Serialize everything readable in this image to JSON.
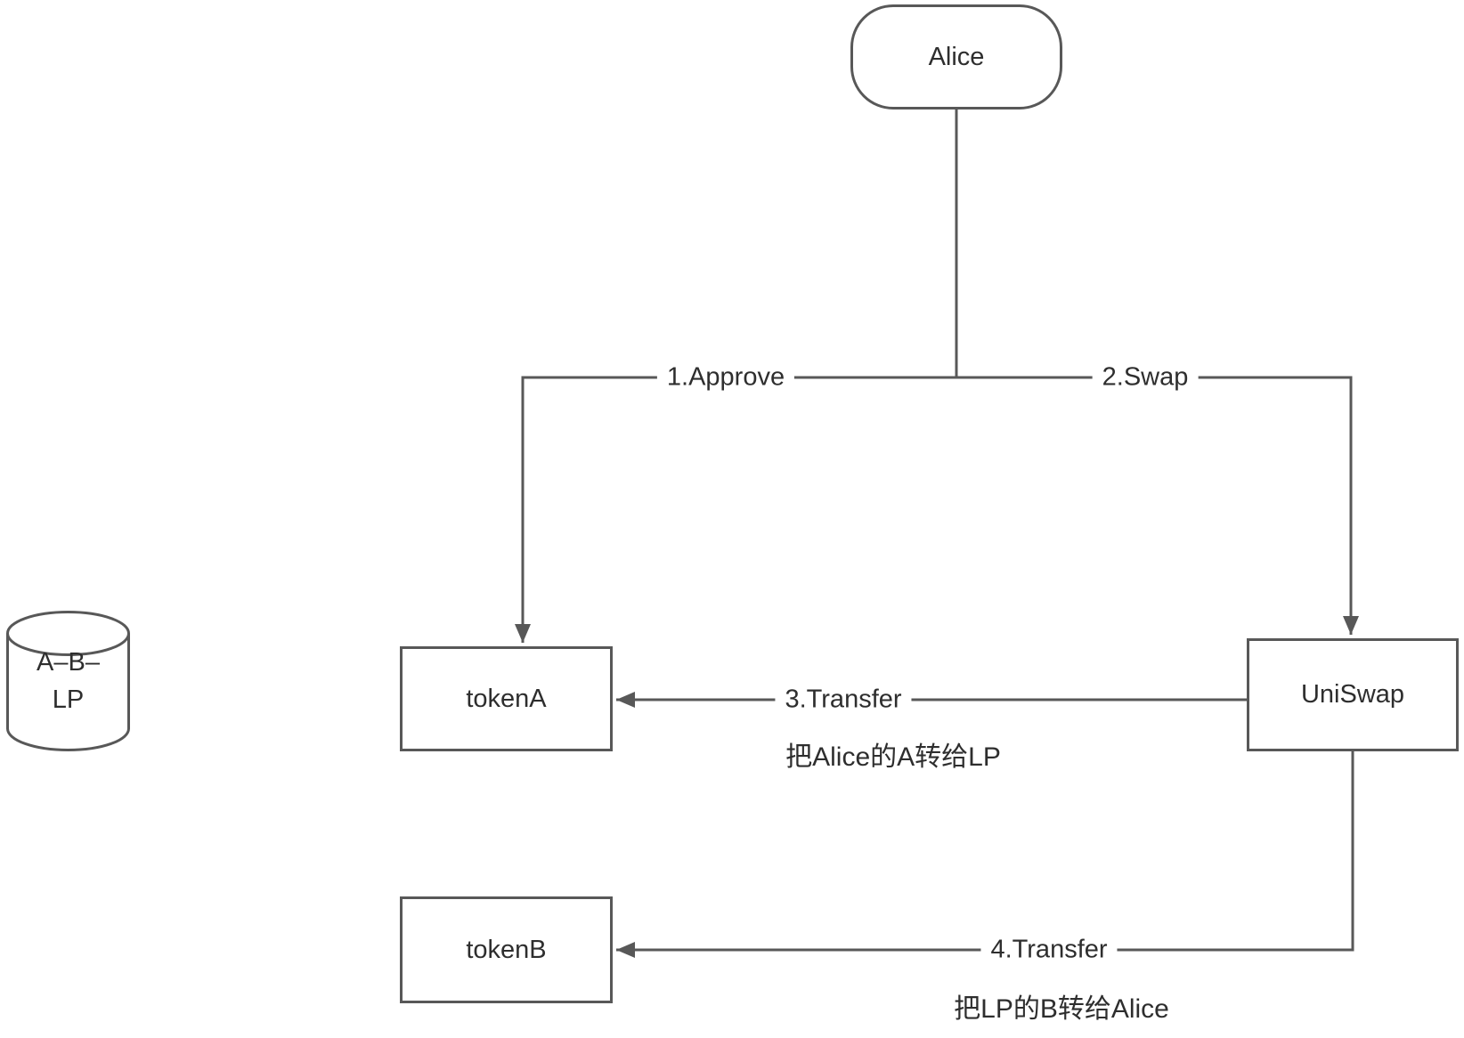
{
  "diagram": {
    "background_color": "#ffffff",
    "stroke_color": "#585858",
    "text_color": "#2e2e2e",
    "nodes": [
      {
        "id": "alice",
        "shape": "stadium",
        "label": "Alice"
      },
      {
        "id": "lp-pool",
        "shape": "cylinder",
        "label": "A–B–LP",
        "lines": [
          "A–B–",
          "LP"
        ]
      },
      {
        "id": "tokenA",
        "shape": "rect",
        "label": "tokenA"
      },
      {
        "id": "uniswap",
        "shape": "rect",
        "label": "UniSwap"
      },
      {
        "id": "tokenB",
        "shape": "rect",
        "label": "tokenB"
      }
    ],
    "edges": [
      {
        "id": "approve",
        "from": "alice",
        "to": "tokenA",
        "label": "1.Approve"
      },
      {
        "id": "swap",
        "from": "alice",
        "to": "uniswap",
        "label": "2.Swap"
      },
      {
        "id": "transfer-a",
        "from": "uniswap",
        "to": "tokenA",
        "label": "3.Transfer",
        "caption": "把Alice的A转给LP"
      },
      {
        "id": "transfer-b",
        "from": "uniswap",
        "to": "tokenB",
        "label": "4.Transfer",
        "caption": "把LP的B转给Alice"
      }
    ]
  }
}
